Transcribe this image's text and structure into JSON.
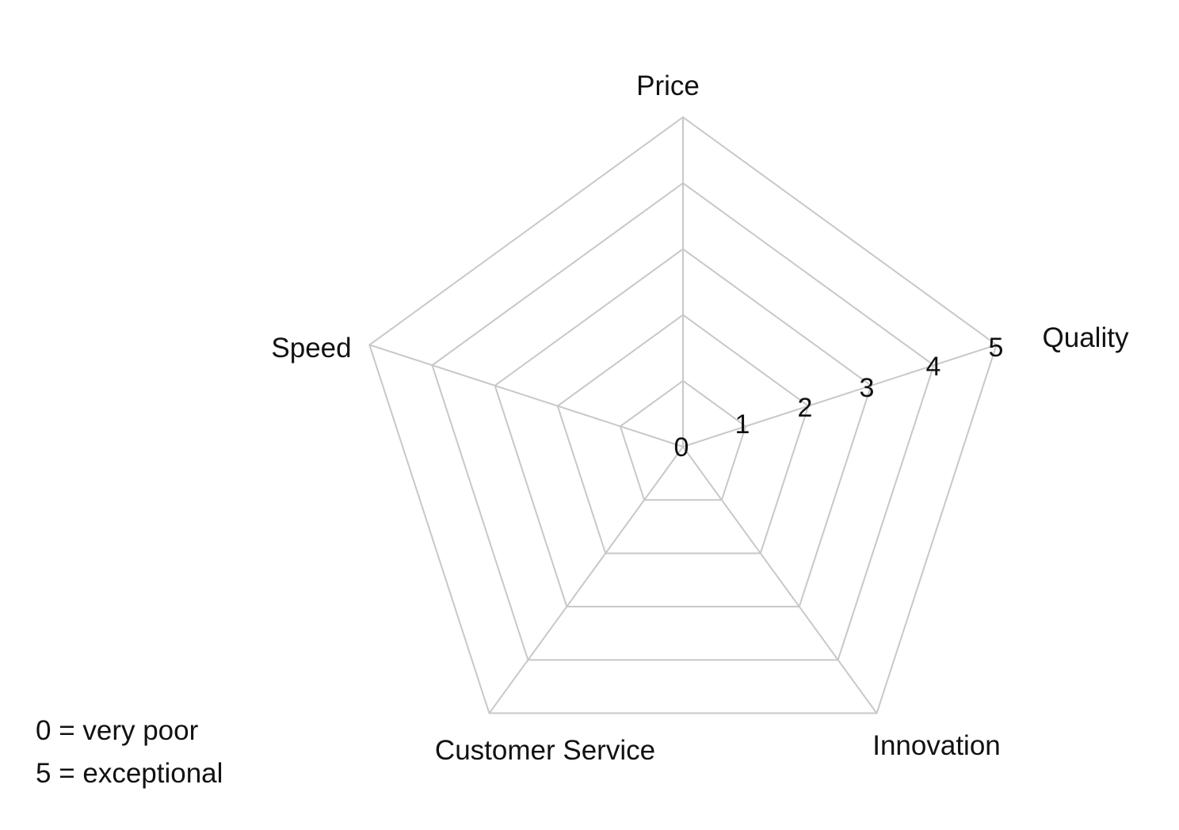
{
  "chart_data": {
    "type": "radar",
    "title": "",
    "axes": [
      "Price",
      "Quality",
      "Innovation",
      "Customer Service",
      "Speed"
    ],
    "scale": {
      "min": 0,
      "max": 5,
      "ticks": [
        "0",
        "1",
        "2",
        "3",
        "4",
        "5"
      ]
    },
    "tick_axis": "Quality",
    "series": [],
    "grid": true,
    "grid_color": "#c8c8c8",
    "legend": {
      "placement": "bottom-left",
      "entries": [
        "0 = very poor",
        "5 = exceptional"
      ]
    }
  }
}
